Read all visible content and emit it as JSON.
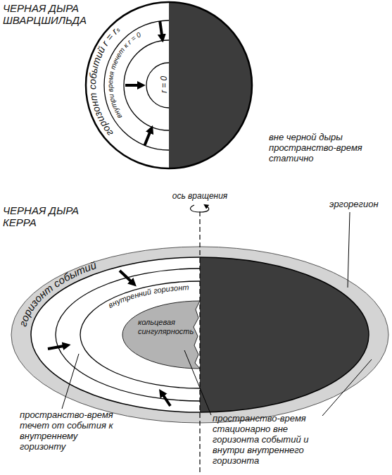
{
  "diagram": {
    "nodes": [
      {
        "text": [
          "горизонт событий r = rₛ"
        ]
      },
      {
        "text": [
          "внутри время течет к r = 0"
        ],
        "in": 0
      },
      {
        "text": [
          "r = 0"
        ],
        "in": 1
      },
      {
        "text": [
          "горизонт событий"
        ]
      },
      {
        "text": [
          "внутренний горизонт"
        ],
        "in": 3
      },
      {
        "text": [
          "кольцевая сингулярность"
        ],
        "in": 4
      }
    ],
    "labels": [
      "ЧЕРНАЯ ДЫРА ШВАРЦШИЛЬДА",
      "вне черной дыры пространство-время статично",
      "ЧЕРНАЯ ДЫРА КЕРРА",
      "ось вращения",
      "эргорегион",
      "пространство-время течет от события к внутреннему горизонту",
      "пространство-время стационарно вне горизонта событий и внутри внутреннего горизонта"
    ]
  }
}
